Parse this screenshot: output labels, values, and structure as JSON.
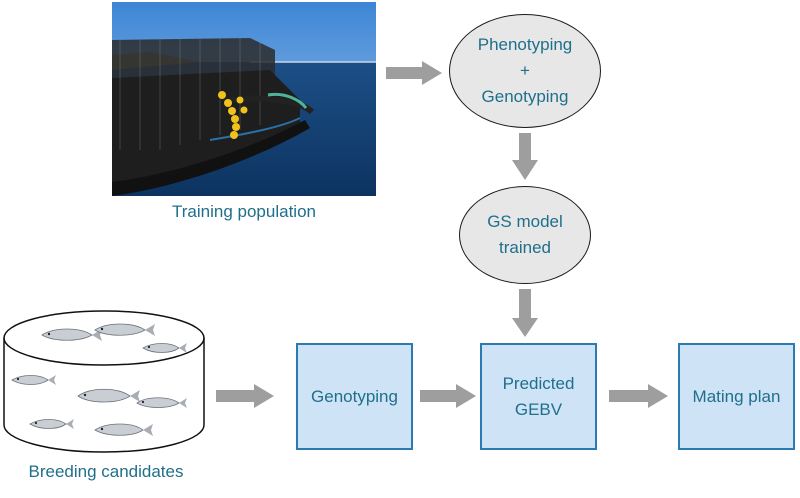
{
  "photo": {
    "caption": "Training population"
  },
  "nodes": {
    "pheno_geno": {
      "line1": "Phenotyping",
      "line2": "+",
      "line3": "Genotyping"
    },
    "gs_model": {
      "line1": "GS model",
      "line2": "trained"
    },
    "genotyping": {
      "label": "Genotyping"
    },
    "predicted": {
      "line1": "Predicted",
      "line2": "GEBV"
    },
    "mating": {
      "label": "Mating plan"
    }
  },
  "tank": {
    "caption": "Breeding candidates"
  },
  "colors": {
    "text": "#1f6f8b",
    "box_fill": "#cfe3f6",
    "box_border": "#2a7bb0",
    "ellipse_fill": "#e7e7e7",
    "arrow": "#9e9e9e"
  }
}
